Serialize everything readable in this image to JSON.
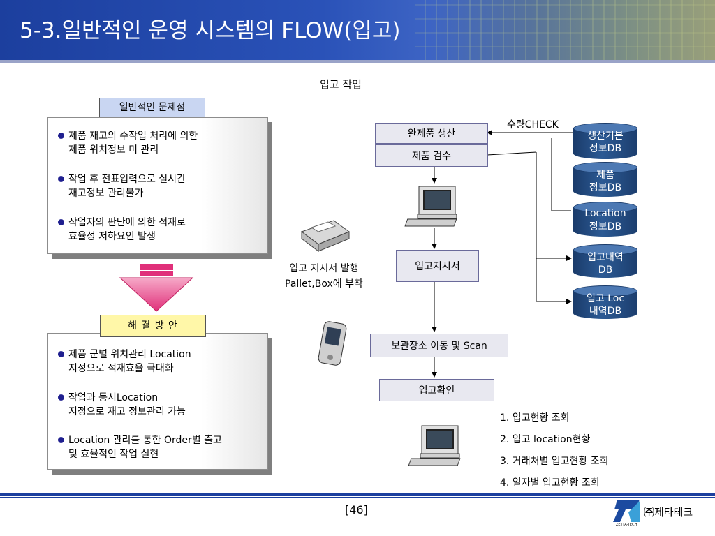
{
  "header": {
    "title": "5-3.일반적인 운영 시스템의 FLOW(입고)"
  },
  "section_title": "입고 작업",
  "problem": {
    "tag": "일반적인 문제점",
    "items": [
      {
        "line1": "제품 재고의 수작업 처리에 의한",
        "line2": "제품 위치정보 미 관리"
      },
      {
        "line1": "작업 후 전표입력으로 실시간",
        "line2": "재고정보 관리불가"
      },
      {
        "line1": "작업자의 판단에 의한 적재로",
        "line2": "효율성 저하요인 발생"
      }
    ]
  },
  "solution": {
    "tag": "해 결 방 안",
    "items": [
      {
        "line1": "제품 군별 위치관리 Location",
        "line2": "지정으로 적재효율 극대화"
      },
      {
        "line1": "작업과 동시Location",
        "line2": "지정으로 재고 정보관리 가능"
      },
      {
        "line1": "Location 관리를 통한 Order별 출고",
        "line2": "및 효율적인 작업 실현"
      }
    ]
  },
  "flow": {
    "production": "완제품 생산",
    "inspection": "제품 검수",
    "qty_check": "수량CHECK",
    "instruction": "입고지시서",
    "issue_line1": "입고 지시서 발행",
    "issue_line2": "Pallet,Box에 부착",
    "move_scan": "보관장소 이동 및 Scan",
    "confirm": "입고확인"
  },
  "databases": [
    {
      "line1": "생산기본",
      "line2": "정보DB"
    },
    {
      "line1": "제품",
      "line2": "정보DB"
    },
    {
      "line1": "Location",
      "line2": "정보DB"
    },
    {
      "line1": "입고내역",
      "line2": "DB"
    },
    {
      "line1": "입고 Loc",
      "line2": "내역DB"
    }
  ],
  "queries": [
    "1. 입고현황 조회",
    "2. 입고 location현황",
    "3. 거래처별 입고현황 조회",
    "4. 일자별 입고현황 조회"
  ],
  "footer": {
    "page": "[46]",
    "company": "㈜제타테크",
    "logo_text": "ZETTA-TECH"
  },
  "colors": {
    "header_blue": "#1c3f9e",
    "db_blue": "#1f4a7f",
    "arrow_pink": "#e0307a"
  }
}
